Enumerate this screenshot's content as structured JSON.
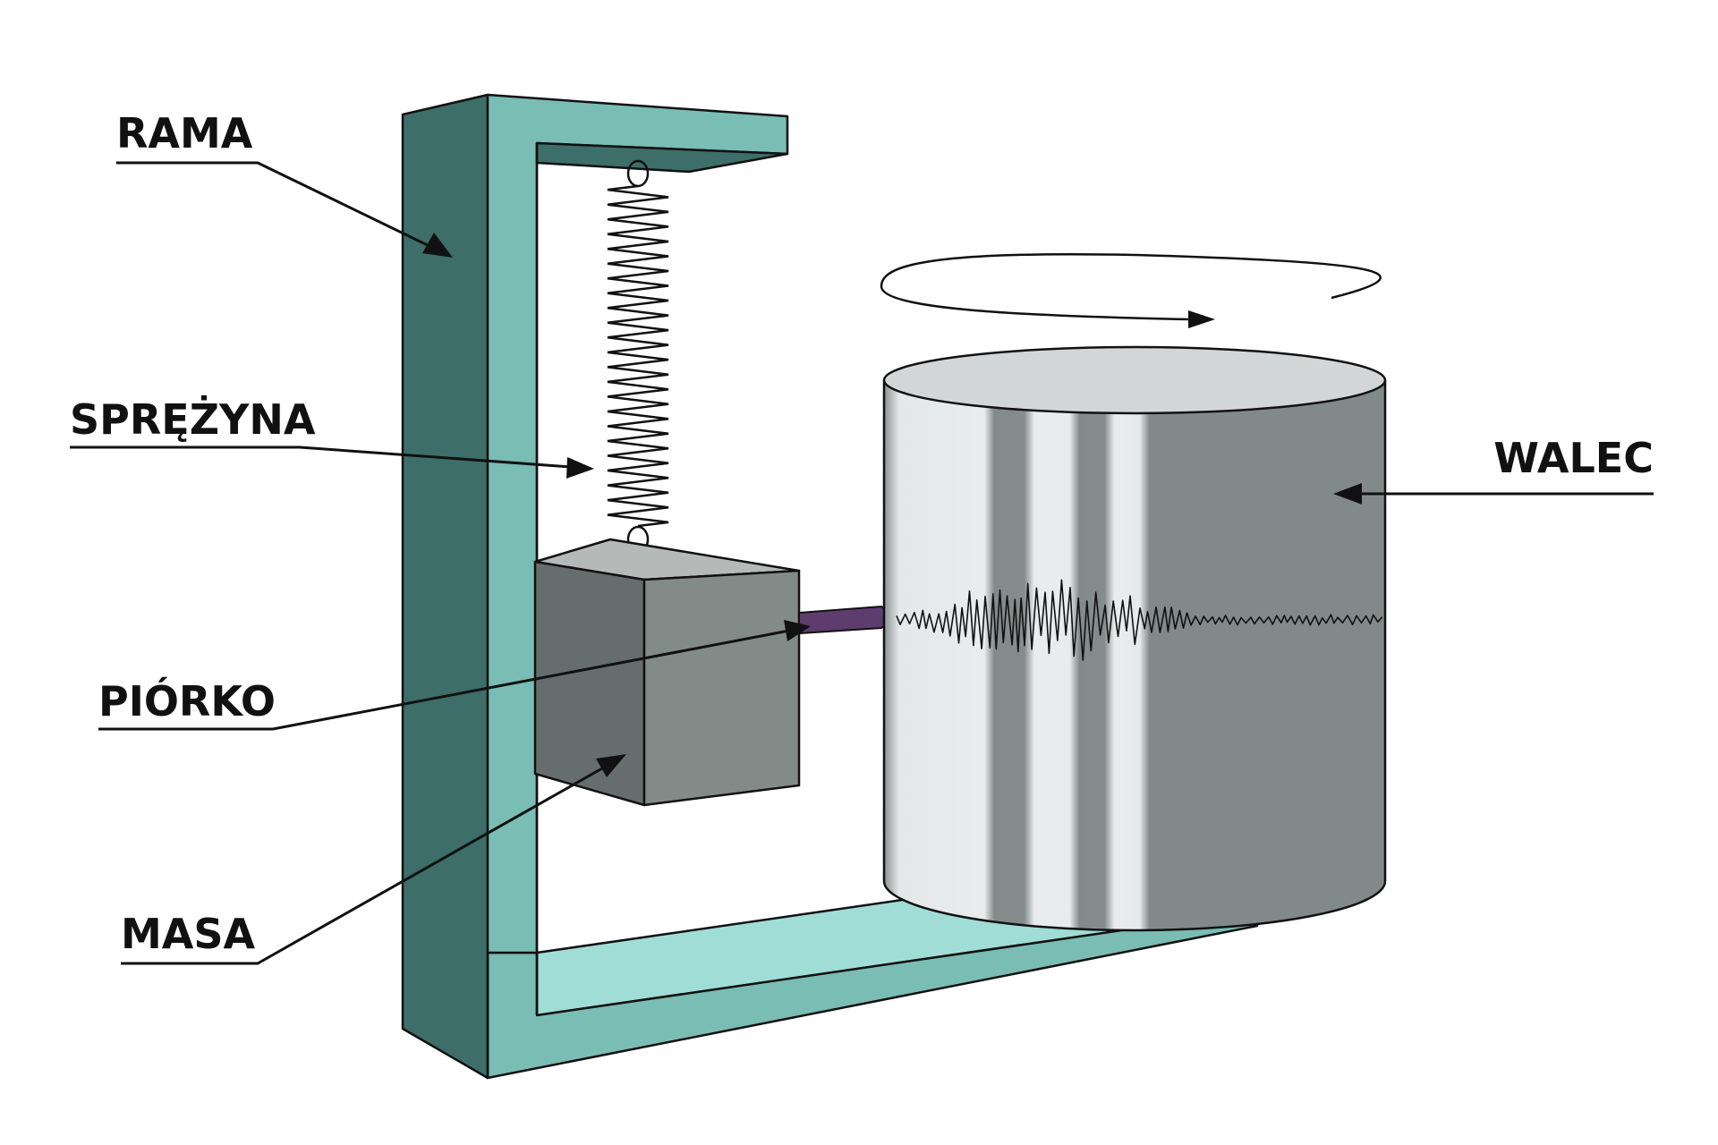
{
  "labels": {
    "frame": "RAMA",
    "spring": "SPRĘŻYNA",
    "pen": "PIÓRKO",
    "mass": "MASA",
    "drum": "WALEC"
  },
  "colors": {
    "frame_front": "#79BDB4",
    "frame_side": "#3D6E69",
    "frame_base_top": "#A0DDD6",
    "mass_front": "#656E6C",
    "mass_side": "#838B89",
    "mass_top": "#B5BAB8",
    "drum_body": "#818A88",
    "drum_top": "#D3D6D6",
    "drum_highlight": "#E9ECEC",
    "pen": "#5E3C6E",
    "line": "#111111"
  }
}
